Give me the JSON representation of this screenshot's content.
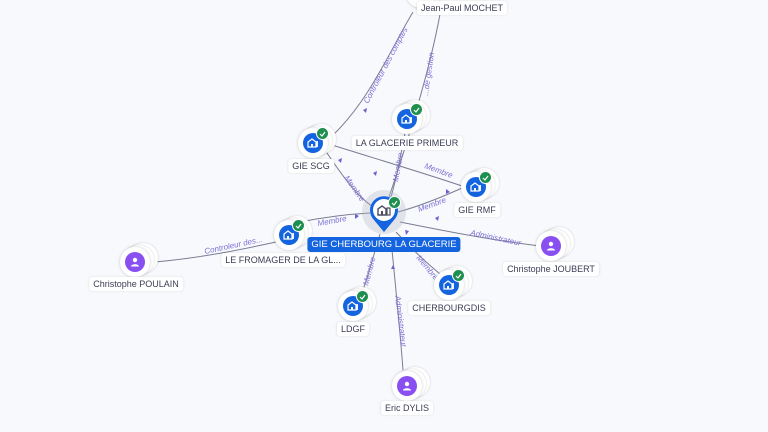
{
  "graph": {
    "center": {
      "name": "GIE CHERBOURG LA GLACERIE",
      "type": "company",
      "verified": true,
      "icon": "building-icon"
    },
    "nodes": [
      {
        "id": "jean-paul-mochet",
        "name": "Jean-Paul MOCHET",
        "type": "person",
        "verified": false
      },
      {
        "id": "la-glacerie-primeur",
        "name": "LA GLACERIE PRIMEUR",
        "type": "company",
        "verified": true
      },
      {
        "id": "gie-scg",
        "name": "GIE SCG",
        "type": "company",
        "verified": true
      },
      {
        "id": "gie-rmf",
        "name": "GIE RMF",
        "type": "company",
        "verified": true
      },
      {
        "id": "le-fromager",
        "name": "LE FROMAGER DE LA GL...",
        "type": "company",
        "verified": true
      },
      {
        "id": "christophe-poulain",
        "name": "Christophe POULAIN",
        "type": "person",
        "verified": false
      },
      {
        "id": "christophe-joubert",
        "name": "Christophe JOUBERT",
        "type": "person",
        "verified": false
      },
      {
        "id": "cherbourgdis",
        "name": "CHERBOURGDIS",
        "type": "company",
        "verified": true
      },
      {
        "id": "ldgf",
        "name": "LDGF",
        "type": "company",
        "verified": true
      },
      {
        "id": "eric-dylis",
        "name": "Eric DYLIS",
        "type": "person",
        "verified": false
      }
    ],
    "edges": [
      {
        "from": "jean-paul-mochet",
        "to": "gie-scg",
        "label": "Controleur des comptes"
      },
      {
        "from": "jean-paul-mochet",
        "to": "center",
        "label": "...de gestion"
      },
      {
        "from": "gie-scg",
        "to": "center",
        "label": "Membre"
      },
      {
        "from": "la-glacerie-primeur",
        "to": "center",
        "label": "Membre"
      },
      {
        "from": "gie-scg",
        "to": "gie-rmf",
        "label": "Membre"
      },
      {
        "from": "gie-rmf",
        "to": "center",
        "label": "Membre"
      },
      {
        "from": "le-fromager",
        "to": "center",
        "label": "Membre"
      },
      {
        "from": "christophe-poulain",
        "to": "le-fromager",
        "label": "Controleur des..."
      },
      {
        "from": "christophe-joubert",
        "to": "center",
        "label": "Administrateur"
      },
      {
        "from": "cherbourgdis",
        "to": "center",
        "label": "Membre"
      },
      {
        "from": "ldgf",
        "to": "center",
        "label": "Membre"
      },
      {
        "from": "eric-dylis",
        "to": "center",
        "label": "Administrateur"
      }
    ]
  },
  "colors": {
    "company": "#1464e0",
    "person": "#8a4ff0",
    "verified": "#1e8f4e",
    "edge_label": "#7b6fd6"
  }
}
